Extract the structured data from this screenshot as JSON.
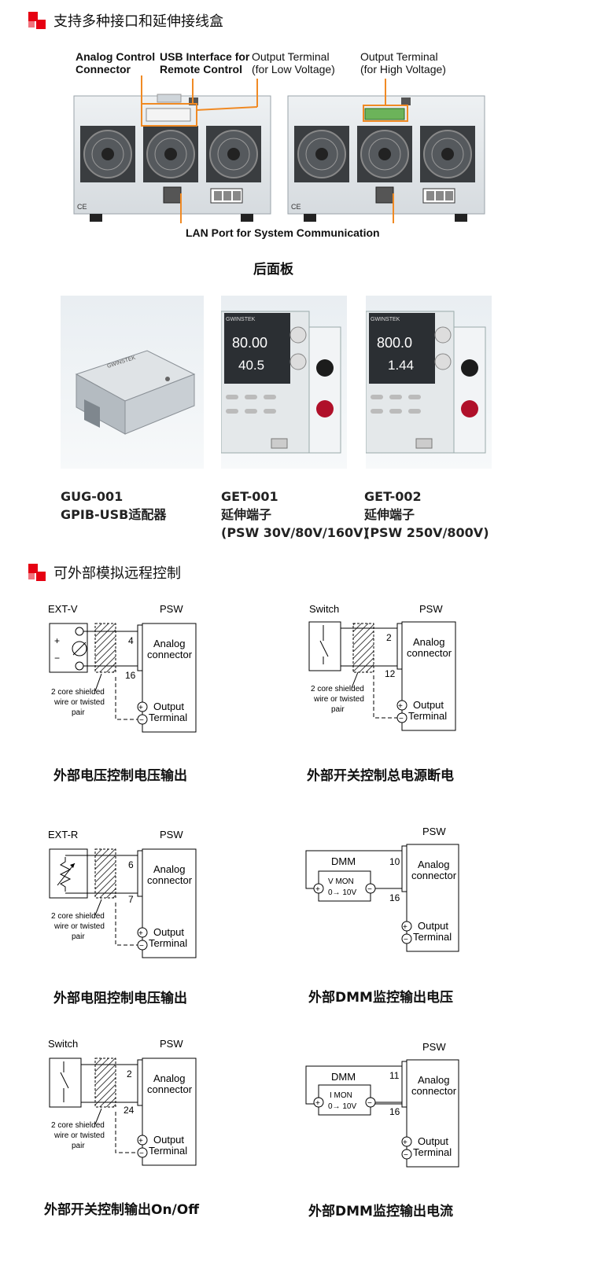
{
  "section1": {
    "title": "支持多种接口和延伸接线盒",
    "callouts": {
      "analog": [
        "Analog Control",
        "Connector"
      ],
      "usb": [
        "USB Interface for",
        "Remote Control"
      ],
      "out_low": [
        "Output Terminal",
        "(for Low Voltage)"
      ],
      "out_high": [
        "Output Terminal",
        "(for High Voltage)"
      ],
      "lan": "LAN Port for System Communication"
    },
    "rear_caption": "后面板",
    "accessories": [
      {
        "model": "GUG-001",
        "desc": "GPIB-USB适配器",
        "note": ""
      },
      {
        "model": "GET-001",
        "desc": "延伸端子",
        "note": "(PSW 30V/80V/160V)"
      },
      {
        "model": "GET-002",
        "desc": "延伸端子",
        "note": "(PSW 250V/800V)"
      }
    ],
    "displays": {
      "get001": [
        "80.00",
        "40.5"
      ],
      "get002": [
        "800.0",
        "1.44"
      ]
    },
    "brand": "GWINSTEK"
  },
  "section2": {
    "title": "可外部模拟远程控制",
    "diagrams": [
      {
        "source": "EXT-V",
        "target": "PSW",
        "pin_a": "4",
        "pin_b": "16",
        "connector": [
          "Analog",
          "connector"
        ],
        "output": [
          "Output",
          "Terminal"
        ],
        "wire_note": [
          "2 core shielded",
          "wire or twisted",
          "pair"
        ],
        "caption": "外部电压控制电压输出"
      },
      {
        "source": "Switch",
        "target": "PSW",
        "pin_a": "2",
        "pin_b": "12",
        "connector": [
          "Analog",
          "connector"
        ],
        "output": [
          "Output",
          "Terminal"
        ],
        "wire_note": [
          "2 core shielded",
          "wire or twisted",
          "pair"
        ],
        "caption": "外部开关控制总电源断电"
      },
      {
        "source": "EXT-R",
        "target": "PSW",
        "pin_a": "6",
        "pin_b": "7",
        "connector": [
          "Analog",
          "connector"
        ],
        "output": [
          "Output",
          "Terminal"
        ],
        "wire_note": [
          "2 core shielded",
          "wire or twisted",
          "pair"
        ],
        "caption": "外部电阻控制电压输出"
      },
      {
        "source": "DMM",
        "target": "PSW",
        "pin_a": "10",
        "pin_b": "16",
        "meter": [
          "V MON",
          "0→ 10V"
        ],
        "connector": [
          "Analog",
          "connector"
        ],
        "output": [
          "Output",
          "Terminal"
        ],
        "caption": "外部DMM监控输出电压"
      },
      {
        "source": "Switch",
        "target": "PSW",
        "pin_a": "2",
        "pin_b": "24",
        "connector": [
          "Analog",
          "connector"
        ],
        "output": [
          "Output",
          "Terminal"
        ],
        "wire_note": [
          "2 core shielded",
          "wire or twisted",
          "pair"
        ],
        "caption": "外部开关控制输出On/Off"
      },
      {
        "source": "DMM",
        "target": "PSW",
        "pin_a": "11",
        "pin_b": "16",
        "meter": [
          "I MON",
          "0→ 10V"
        ],
        "connector": [
          "Analog",
          "connector"
        ],
        "output": [
          "Output",
          "Terminal"
        ],
        "caption": "外部DMM监控输出电流"
      }
    ]
  },
  "colors": {
    "accent": "#e60012",
    "callout_line": "#f08a24"
  }
}
